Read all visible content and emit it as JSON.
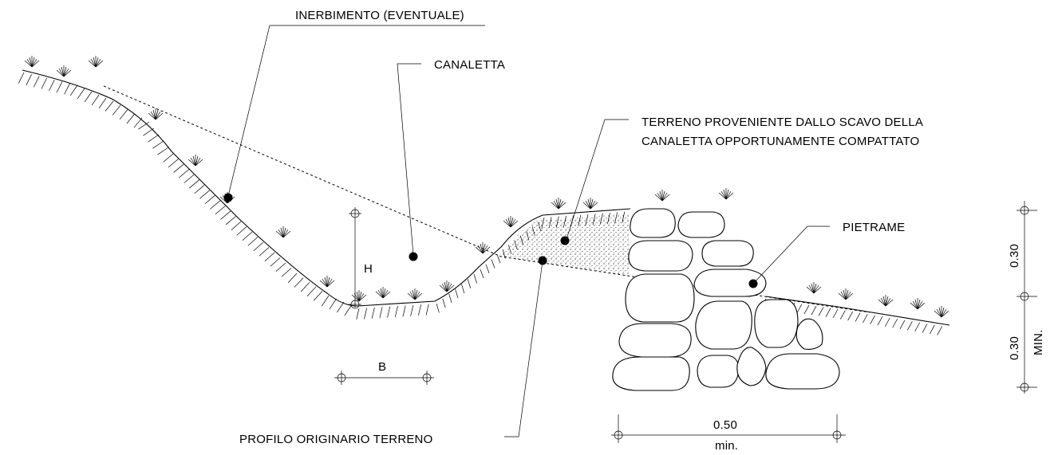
{
  "labels": {
    "inerbimento": "INERBIMENTO  (EVENTUALE)",
    "canaletta": "CANALETTA",
    "terreno_line1": "TERRENO  PROVENIENTE  DALLO  SCAVO  DELLA",
    "terreno_line2": "CANALETTA  OPPORTUNAMENTE  COMPATTATO",
    "pietrame": "PIETRAME",
    "profilo": "PROFILO  ORIGINARIO  TERRENO"
  },
  "dimensions": {
    "h": "H",
    "b": "B",
    "width_value": "0.50",
    "width_note": "min.",
    "upper_height": "0.30",
    "lower_height": "0.30",
    "lower_note": "MIN."
  }
}
